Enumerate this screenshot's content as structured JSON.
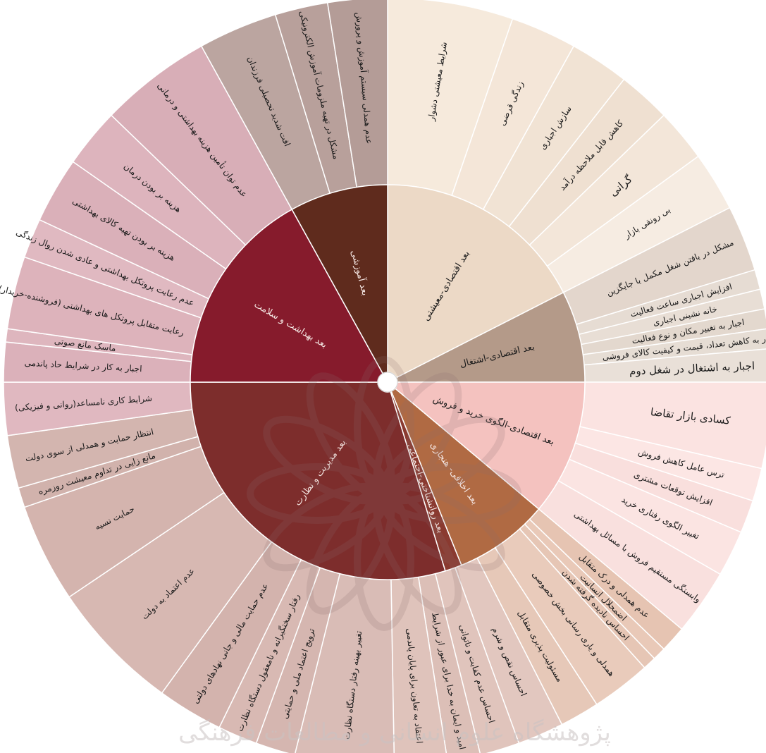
{
  "diagram": {
    "inner_segments": [
      {
        "id": "economic-living",
        "label": "بعد اقتصادی-معیشتی",
        "color": "#ecd9c6",
        "text_light": false,
        "start": 0,
        "end": 63
      },
      {
        "id": "economic-employment",
        "label": "بعد اقتصادی-اشتغال",
        "color": "#b49a89",
        "text_light": false,
        "start": 63,
        "end": 90
      },
      {
        "id": "economic-purchase",
        "label": "بعد اقتصادی-الگوی خرید و فروش",
        "color": "#f4c2bf",
        "text_light": false,
        "start": 90,
        "end": 130
      },
      {
        "id": "ethical-normative",
        "label": "بعد اخلاقی- هنجاری",
        "color": "#b06a43",
        "text_light": true,
        "start": 130,
        "end": 158
      },
      {
        "id": "social-trust",
        "label": "بعد روانشناختی-اجتماعی",
        "color": "#8a3a30",
        "text_light": true,
        "start": 158,
        "end": 163
      },
      {
        "id": "governance",
        "label": "بعد مدیریت و نظارت",
        "color": "#7d2d2c",
        "text_light": true,
        "start": 163,
        "end": 270
      },
      {
        "id": "health",
        "label": "بعد بهداشت و سلامت",
        "color": "#861b2c",
        "text_light": true,
        "start": 270,
        "end": 331
      },
      {
        "id": "education",
        "label": "بعد آموزشی",
        "color": "#5f2b1d",
        "text_light": true,
        "start": 331,
        "end": 360
      }
    ],
    "outer_segments": [
      {
        "label": "شرایط معیشتی دشوار",
        "group": "economic-living",
        "color": "#f6eadc",
        "big": false,
        "start": 0,
        "end": 19
      },
      {
        "label": "زندگی قرضی",
        "group": "economic-living",
        "color": "#f4e6d8",
        "big": false,
        "start": 19,
        "end": 29
      },
      {
        "label": "سازش اجباری",
        "group": "economic-living",
        "color": "#f1e3d4",
        "big": false,
        "start": 29,
        "end": 38
      },
      {
        "label": "کاهش قابل ملاحظه درآمد",
        "group": "economic-living",
        "color": "#efe0d1",
        "big": false,
        "start": 38,
        "end": 46
      },
      {
        "label": "گرانی",
        "group": "economic-living",
        "color": "#f3e6d9",
        "big": true,
        "start": 46,
        "end": 54
      },
      {
        "label": "بی رونقی بازار",
        "group": "economic-living",
        "color": "#f6ece2",
        "big": false,
        "start": 54,
        "end": 63
      },
      {
        "label": "مشکل در یافتن شغل مکمل یا جایگزین",
        "group": "economic-employment",
        "color": "#e3d6cc",
        "big": false,
        "start": 63,
        "end": 73
      },
      {
        "label": "افزایش اجباری ساعت فعالیت",
        "group": "economic-employment",
        "color": "#e6dcd3",
        "big": false,
        "start": 73,
        "end": 76
      },
      {
        "label": "خانه نشینی اجباری",
        "group": "economic-employment",
        "color": "#e8ded5",
        "big": false,
        "start": 76,
        "end": 79
      },
      {
        "label": "اجبار به تغییر مکان و نوع فعالیت",
        "group": "economic-employment",
        "color": "#e3d8ce",
        "big": false,
        "start": 79,
        "end": 82
      },
      {
        "label": "اجبار به کاهش تعداد، قیمت و کیفیت کالای فروشی",
        "group": "economic-employment",
        "color": "#e6ddd4",
        "big": false,
        "start": 82,
        "end": 85
      },
      {
        "label": "اجبار به اشتغال در شغل دوم",
        "group": "economic-employment",
        "color": "#e9e0d8",
        "big": true,
        "start": 85,
        "end": 90
      },
      {
        "label": "کسادی بازار تقاضا",
        "group": "economic-purchase",
        "color": "#fbe3e1",
        "big": true,
        "start": 90,
        "end": 103
      },
      {
        "label": "ترس عامل کاهش فروش",
        "group": "economic-purchase",
        "color": "#fce6e4",
        "big": false,
        "start": 103,
        "end": 108
      },
      {
        "label": "افزایش توقعات مشتری",
        "group": "economic-purchase",
        "color": "#f9dfdd",
        "big": false,
        "start": 108,
        "end": 113
      },
      {
        "label": "تغییر الگوی رفتاری خرید",
        "group": "economic-purchase",
        "color": "#fbe4e2",
        "big": false,
        "start": 113,
        "end": 120
      },
      {
        "label": "وابستگی مستقیم فروش با مسائل بهداشتی",
        "group": "economic-purchase",
        "color": "#f9e0de",
        "big": false,
        "start": 120,
        "end": 130
      },
      {
        "label": "عدم همدلی و درک متقابل",
        "group": "ethical-normative",
        "color": "#e6c4b2",
        "big": false,
        "start": 130,
        "end": 134
      },
      {
        "label": "اضمحلال انسانیت",
        "group": "ethical-normative",
        "color": "#e9c9b8",
        "big": false,
        "start": 134,
        "end": 136
      },
      {
        "label": "احساس نادیده گرفته شدن",
        "group": "ethical-normative",
        "color": "#e6c6b5",
        "big": false,
        "start": 136,
        "end": 138
      },
      {
        "label": "همدلی و یاری رسانی بخش خصوصی",
        "group": "ethical-normative",
        "color": "#e9cbbb",
        "big": false,
        "start": 138,
        "end": 147
      },
      {
        "label": "مسئولیت پذیری متقابل",
        "group": "ethical-normative",
        "color": "#e6c8b8",
        "big": false,
        "start": 147,
        "end": 153
      },
      {
        "label": "احساس نقص و شرم",
        "group": "social-trust",
        "color": "#e2c7bf",
        "big": false,
        "start": 153,
        "end": 160
      },
      {
        "label": "احساس عدم کفایت و ناتوانی",
        "group": "social-trust",
        "color": "#e0c4bc",
        "big": false,
        "start": 160,
        "end": 166
      },
      {
        "label": "امید و ایمان به خدا برای عبور از شرایط",
        "group": "social-trust",
        "color": "#dcbfb7",
        "big": false,
        "start": 166,
        "end": 171
      },
      {
        "label": "اعتقاد به تعاون برای پایان پاندمی",
        "group": "social-trust",
        "color": "#dfc3bb",
        "big": false,
        "start": 171,
        "end": 179
      },
      {
        "label": "تغییر بهینه رفتار دستگاه نظارت",
        "group": "governance",
        "color": "#d9bcb6",
        "big": false,
        "start": 179,
        "end": 194
      },
      {
        "label": "ترویج اعتماد ملی و حمایتی",
        "group": "governance",
        "color": "#d5b6b0",
        "big": false,
        "start": 194,
        "end": 200
      },
      {
        "label": "رفتار سختگیرانه و نامعقول دستگاه نظارت",
        "group": "governance",
        "color": "#d8b9b3",
        "big": false,
        "start": 200,
        "end": 206
      },
      {
        "label": "عدم حمایت مالی و جانی نهادهای دولتی",
        "group": "governance",
        "color": "#d3b3ad",
        "big": false,
        "start": 206,
        "end": 216
      },
      {
        "label": "عدم اعتماد به دولت",
        "group": "governance",
        "color": "#d7b8b2",
        "big": false,
        "start": 216,
        "end": 236
      },
      {
        "label": "حمایت نسیه",
        "group": "governance",
        "color": "#d4b4ae",
        "big": false,
        "start": 236,
        "end": 251
      },
      {
        "label": "مانع زایی در تداوم معیشت روزمره",
        "group": "governance",
        "color": "#d1b2ac",
        "big": false,
        "start": 251,
        "end": 254
      },
      {
        "label": "انتظار حمایت و همدلی از سوی دولت",
        "group": "governance",
        "color": "#d3b5af",
        "big": false,
        "start": 254,
        "end": 262
      },
      {
        "label": "شرایط کاری نامساعد(روانی و فیزیکی)",
        "group": "health",
        "color": "#e0b8c0",
        "big": false,
        "start": 262,
        "end": 270
      },
      {
        "label": "اجبار به کار در شرایط حاد پاندمی",
        "group": "health",
        "color": "#dbb1ba",
        "big": false,
        "start": 270,
        "end": 276
      },
      {
        "label": "ماسک مانع صوتی",
        "group": "health",
        "color": "#deb6be",
        "big": false,
        "start": 276,
        "end": 278
      },
      {
        "label": "رعایت متقابل پروتکل های بهداشتی (فروشنده-خریدار)",
        "group": "health",
        "color": "#ddb3bb",
        "big": false,
        "start": 278,
        "end": 289
      },
      {
        "label": "عدم رعایت پروتکل بهداشتی و عادی شدن روال زندگی",
        "group": "health",
        "color": "#e0b9c1",
        "big": false,
        "start": 289,
        "end": 295
      },
      {
        "label": "هزینه بر بودن تهیه کالای بهداشتی",
        "group": "health",
        "color": "#dab0b9",
        "big": false,
        "start": 295,
        "end": 305
      },
      {
        "label": "هزینه بر بودن درمان",
        "group": "health",
        "color": "#ddb4bd",
        "big": false,
        "start": 305,
        "end": 314
      },
      {
        "label": "عدم توان تأمین هزینه بهداشتی و درمانی",
        "group": "health",
        "color": "#d8aeb7",
        "big": false,
        "start": 314,
        "end": 331
      },
      {
        "label": "افت شدید تحصیلی فرزندان",
        "group": "education",
        "color": "#bba5a0",
        "big": false,
        "start": 331,
        "end": 343
      },
      {
        "label": "مشکل در تهیه ملزومات آموزش الکترونیکی",
        "group": "education",
        "color": "#b8a09b",
        "big": false,
        "start": 343,
        "end": 351
      },
      {
        "label": "عدم همدلی سیستم آموزش و پرورش",
        "group": "education",
        "color": "#b49c97",
        "big": false,
        "start": 351,
        "end": 360
      }
    ],
    "watermark_text": "پژوهشگاه علوم انسانی و مطالعات فرهنگی",
    "colors": {
      "divider": "#ffffff",
      "hub": "#ffffff",
      "watermark": "#8b6e6e"
    }
  }
}
